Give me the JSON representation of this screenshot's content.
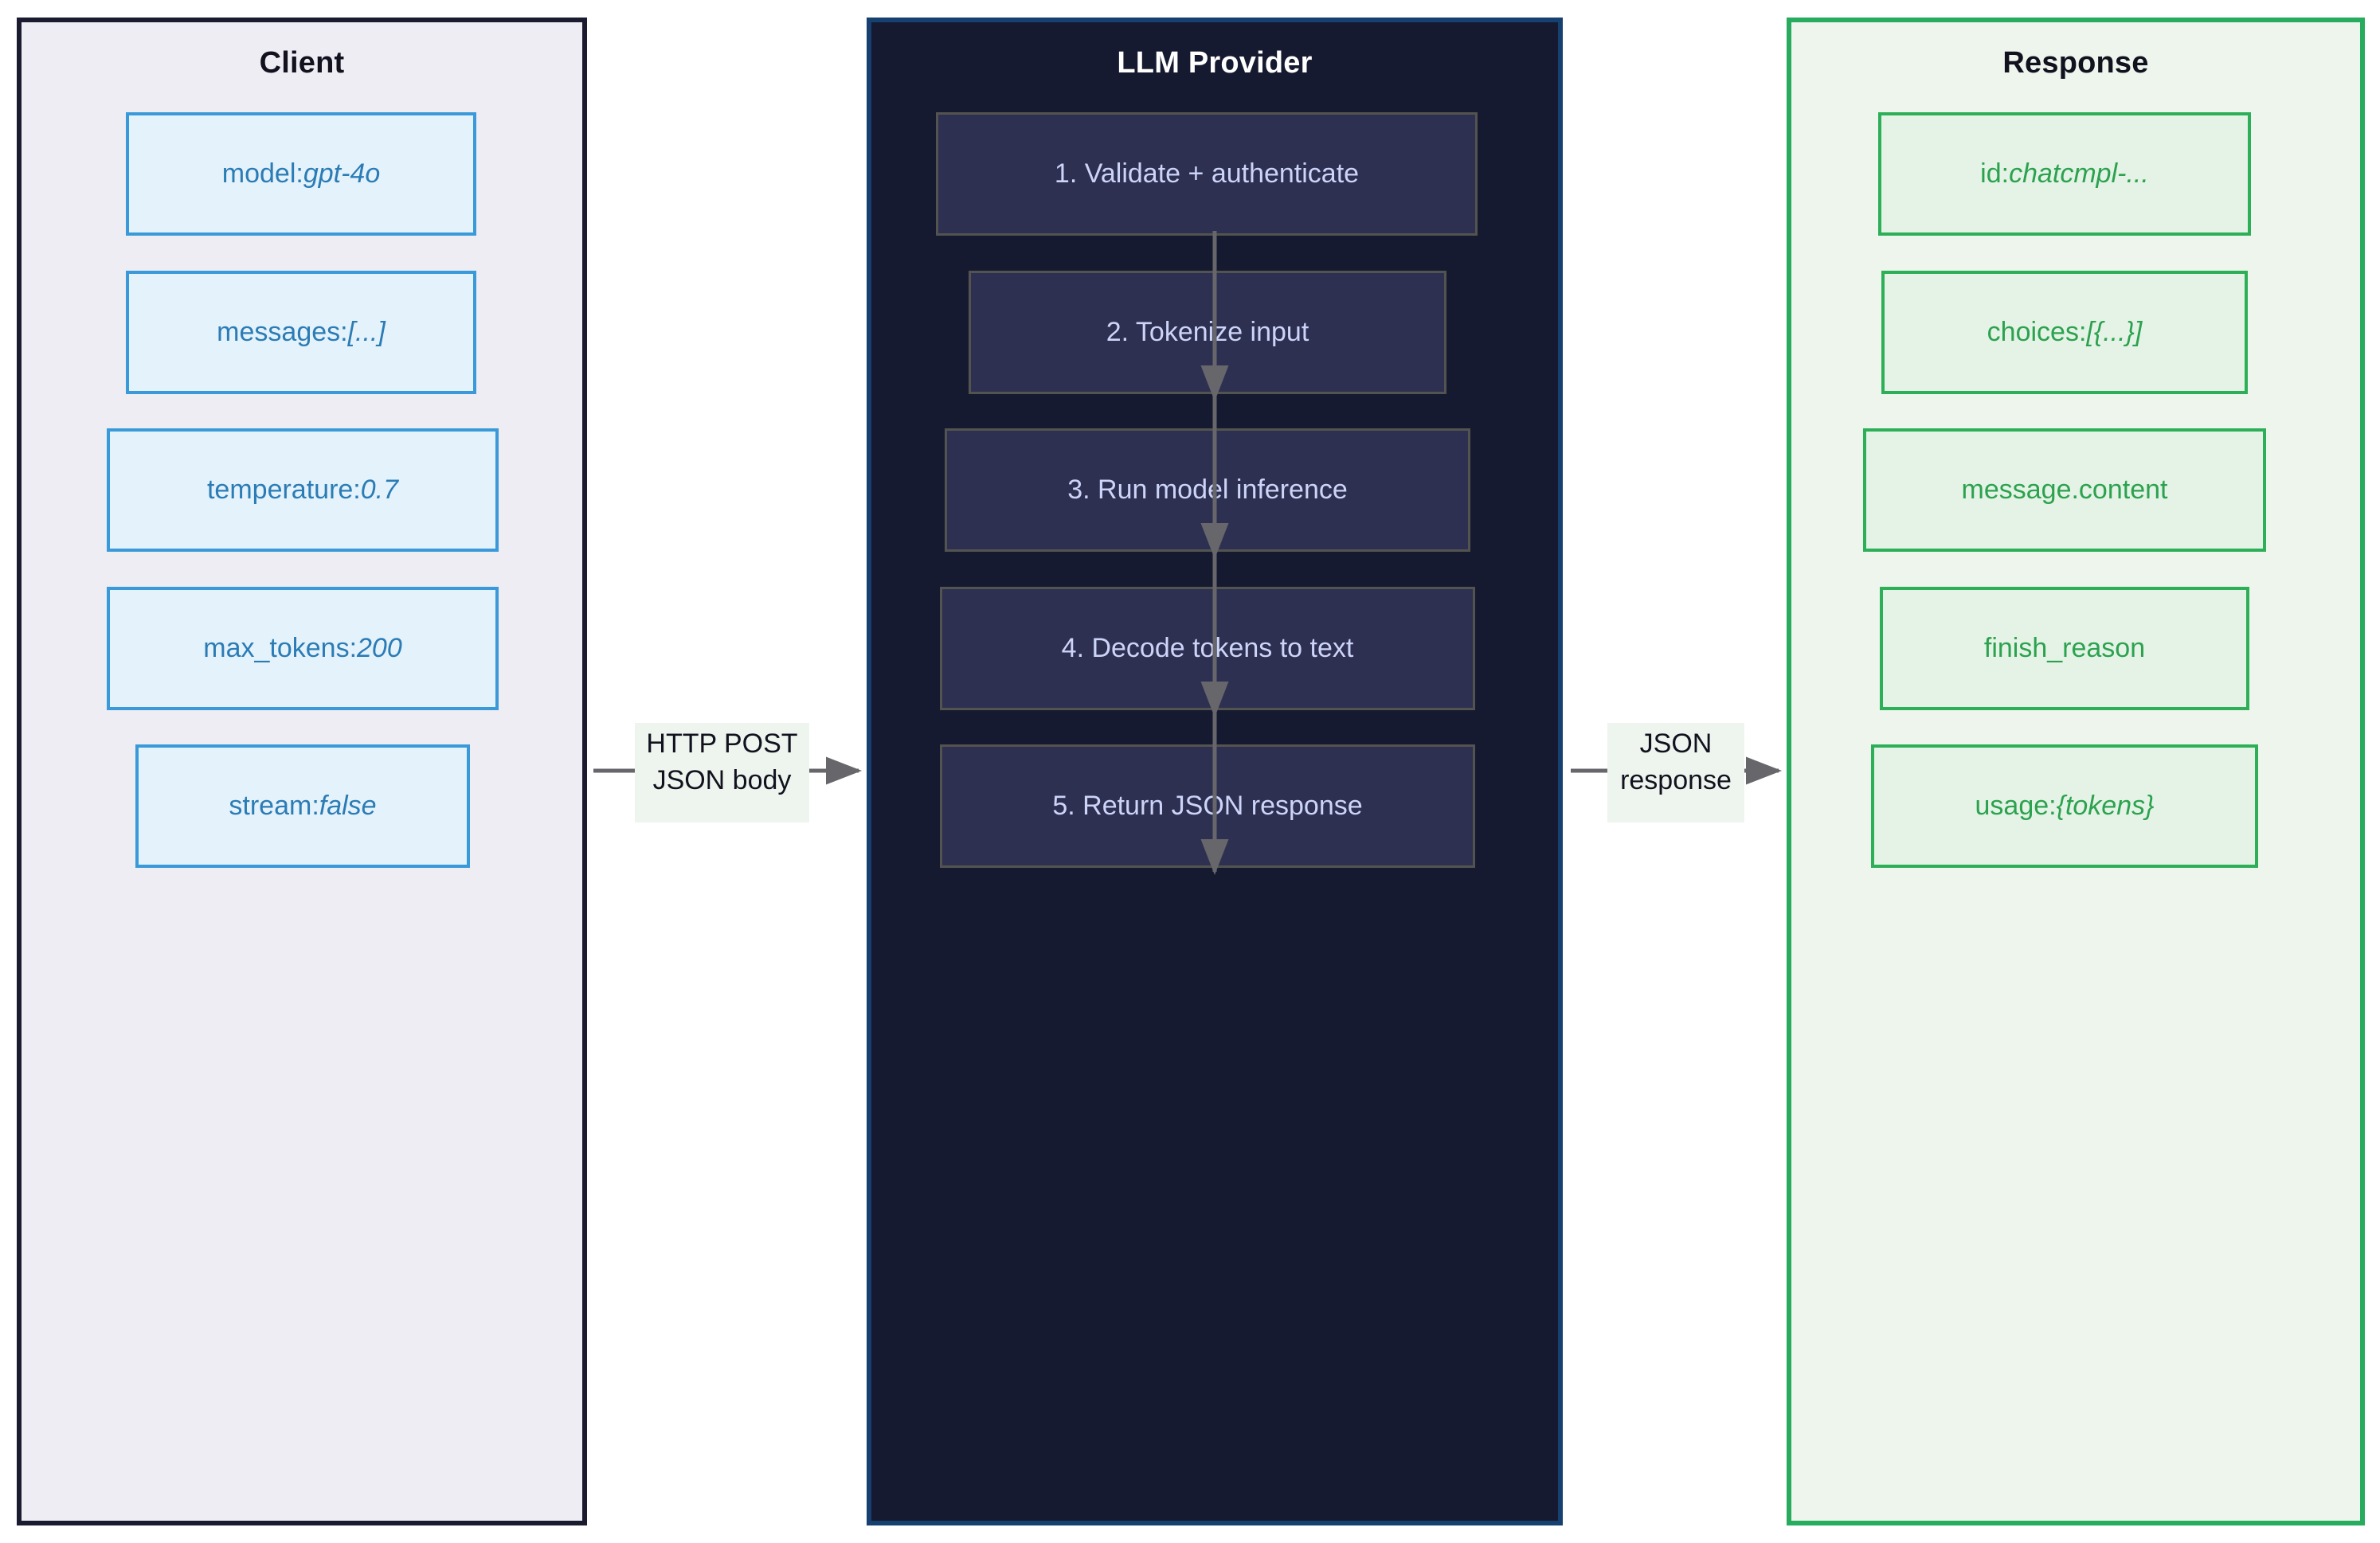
{
  "diagram": {
    "title_client": "Client",
    "title_provider": "LLM Provider",
    "title_response": "Response"
  },
  "client": {
    "title": "Client",
    "fields": [
      {
        "key": "model: ",
        "value": "gpt-4o"
      },
      {
        "key": "messages: ",
        "value": "[...]"
      },
      {
        "key": "temperature: ",
        "value": "0.7"
      },
      {
        "key": "max_tokens: ",
        "value": "200"
      },
      {
        "key": "stream: ",
        "value": "false"
      }
    ]
  },
  "provider": {
    "title": "LLM Provider",
    "steps": [
      {
        "label": "1. Validate + authenticate"
      },
      {
        "label": "2. Tokenize input"
      },
      {
        "label": "3. Run model inference"
      },
      {
        "label": "4. Decode tokens to text"
      },
      {
        "label": "5. Return JSON response"
      }
    ]
  },
  "response": {
    "title": "Response",
    "fields": [
      {
        "key": "id: ",
        "value": "chatcmpl-..."
      },
      {
        "key": "choices: ",
        "value": "[{...}]"
      },
      {
        "key": "message.content",
        "value": ""
      },
      {
        "key": "finish_reason",
        "value": ""
      },
      {
        "key": "usage: ",
        "value": "{tokens}"
      }
    ]
  },
  "edges": [
    {
      "label": "HTTP POST\nJSON body"
    },
    {
      "label": "JSON\nresponse"
    }
  ],
  "colors": {
    "client_panel_bg": "#eeedf3",
    "client_panel_border": "#1b1b2f",
    "client_node_bg": "#e4f2fc",
    "client_node_border": "#3a9ad9",
    "client_node_text": "#2b7cb5",
    "provider_panel_bg": "#161a30",
    "provider_panel_border": "#15406f",
    "provider_node_bg": "#2e3052",
    "provider_node_border": "#53544f",
    "provider_node_text": "#ccd4f7",
    "response_panel_bg": "#edf5ed",
    "response_panel_border": "#27ab5e",
    "response_node_bg": "#e4f3e6",
    "response_node_border": "#2daf58",
    "response_node_text": "#2ca24f",
    "arrow": "#66666b",
    "edge_label_bg": "#eef5ee"
  }
}
